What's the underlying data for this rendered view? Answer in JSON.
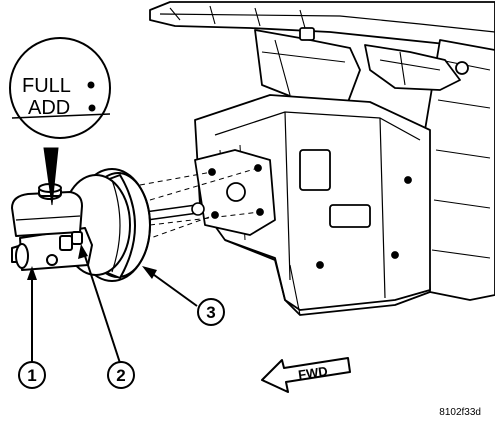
{
  "inset": {
    "full_label": "FULL",
    "add_label": "ADD"
  },
  "callouts": [
    {
      "number": "1"
    },
    {
      "number": "2"
    },
    {
      "number": "3"
    }
  ],
  "fwd_label": "FWD",
  "figure_ref": "8102f33d"
}
